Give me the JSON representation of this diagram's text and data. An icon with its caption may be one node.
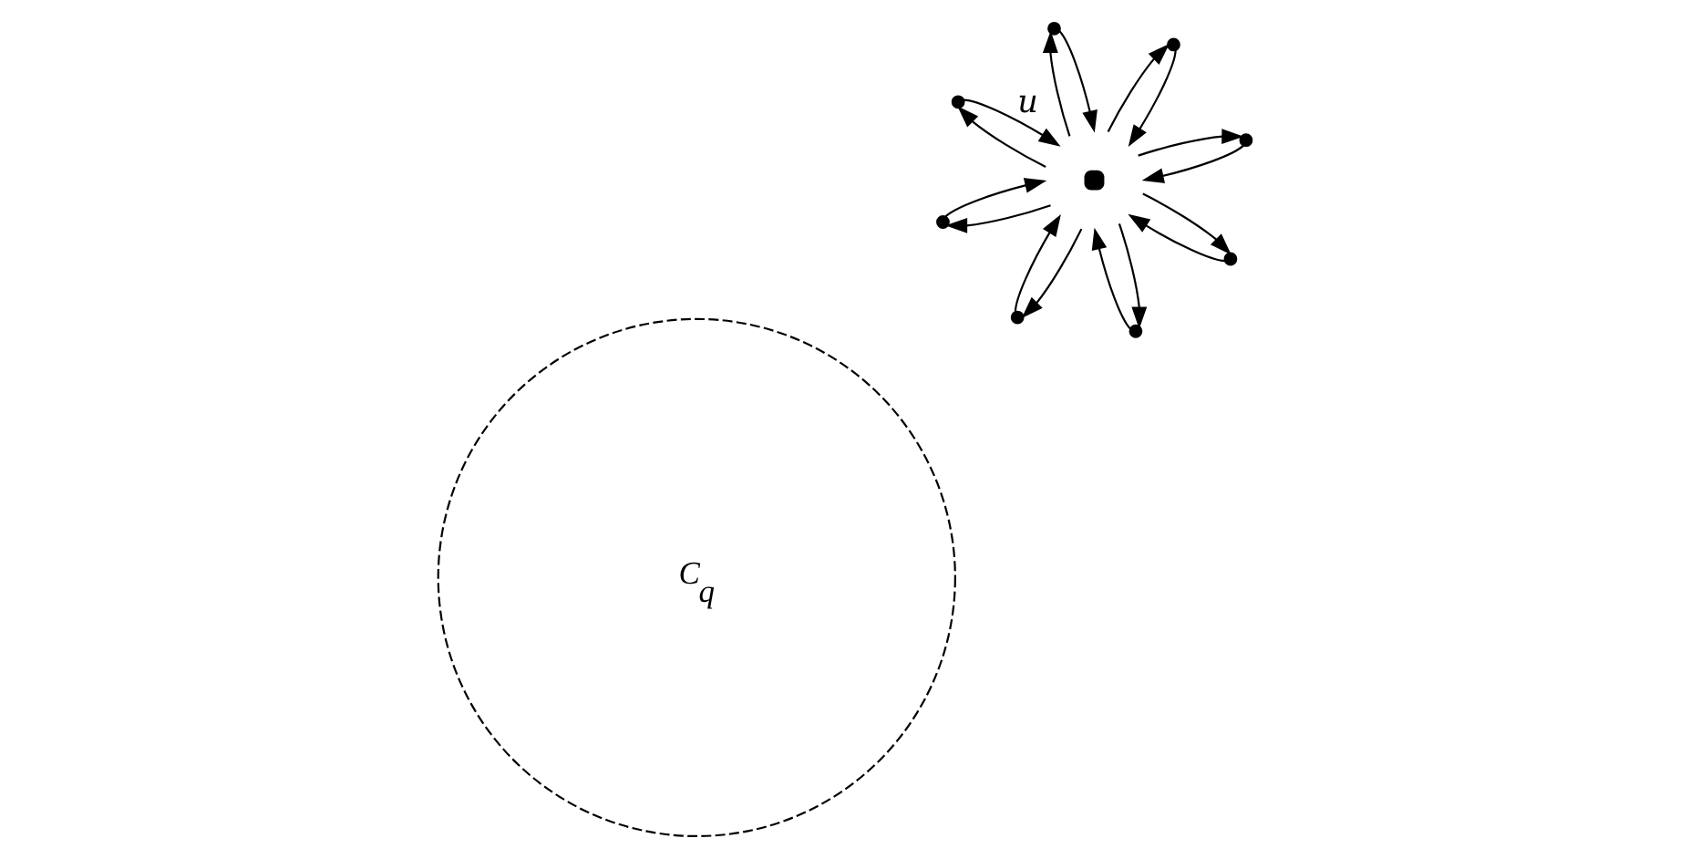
{
  "diagram": {
    "nodes": [
      {
        "text": [
          "C$_{q}$"
        ]
      },
      {
        "text": [],
        "shape": "circle",
        "beside": [
          "u"
        ]
      },
      {
        "text": [],
        "shape": "circle"
      },
      {
        "text": [],
        "shape": "circle"
      },
      {
        "text": [],
        "shape": "circle"
      },
      {
        "text": [],
        "shape": "circle"
      },
      {
        "text": [],
        "shape": "circle"
      },
      {
        "text": [],
        "shape": "circle"
      },
      {
        "text": [],
        "shape": "circle"
      },
      {
        "text": [],
        "shape": "circle"
      }
    ],
    "edges": [
      {
        "from": 2,
        "to": 1,
        "arrow": "to"
      },
      {
        "from": 1,
        "to": 2,
        "arrow": "to"
      },
      {
        "from": 3,
        "to": 1,
        "arrow": "to"
      },
      {
        "from": 1,
        "to": 3,
        "arrow": "to"
      },
      {
        "from": 4,
        "to": 1,
        "arrow": "to"
      },
      {
        "from": 1,
        "to": 4,
        "arrow": "to"
      },
      {
        "from": 5,
        "to": 1,
        "arrow": "to"
      },
      {
        "from": 1,
        "to": 5,
        "arrow": "to"
      },
      {
        "from": 6,
        "to": 1,
        "arrow": "to"
      },
      {
        "from": 1,
        "to": 6,
        "arrow": "to"
      },
      {
        "from": 7,
        "to": 1,
        "arrow": "to"
      },
      {
        "from": 1,
        "to": 7,
        "arrow": "to"
      },
      {
        "from": 8,
        "to": 1,
        "arrow": "to"
      },
      {
        "from": 1,
        "to": 8,
        "arrow": "to"
      },
      {
        "from": 9,
        "to": 1,
        "arrow": "to"
      },
      {
        "from": 1,
        "to": 9,
        "arrow": "to"
      }
    ]
  }
}
